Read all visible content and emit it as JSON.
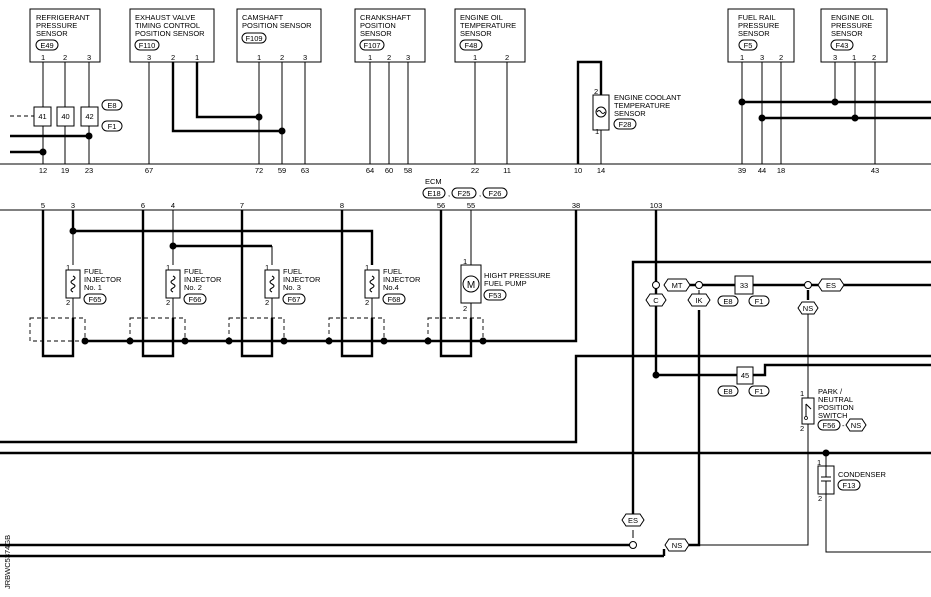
{
  "diagram_id": "JRBWC5374GB",
  "sensors": [
    {
      "name": "REFRIGERANT PRESSURE SENSOR",
      "lines": [
        "REFRIGERANT",
        "PRESSURE",
        "SENSOR"
      ],
      "connector": "E49",
      "pins": [
        "1",
        "2",
        "3"
      ]
    },
    {
      "name": "EXHAUST VALVE TIMING CONTROL POSITION SENSOR",
      "lines": [
        "EXHAUST VALVE",
        "TIMING CONTROL",
        "POSITION SENSOR"
      ],
      "connector": "F110",
      "pins": [
        "3",
        "2",
        "1"
      ]
    },
    {
      "name": "CAMSHAFT POSITION SENSOR",
      "lines": [
        "CAMSHAFT",
        "POSITION SENSOR"
      ],
      "connector": "F109",
      "pins": [
        "1",
        "2",
        "3"
      ]
    },
    {
      "name": "CRANKSHAFT POSITION SENSOR",
      "lines": [
        "CRANKSHAFT",
        "POSITION",
        "SENSOR"
      ],
      "connector": "F107",
      "pins": [
        "1",
        "2",
        "3"
      ]
    },
    {
      "name": "ENGINE OIL TEMPERATURE SENSOR",
      "lines": [
        "ENGINE OIL",
        "TEMPERATURE",
        "SENSOR"
      ],
      "connector": "F48",
      "pins": [
        "1",
        "2"
      ]
    },
    {
      "name": "FUEL RAIL PRESSURE SENSOR",
      "lines": [
        "FUEL RAIL",
        "PRESSURE",
        "SENSOR"
      ],
      "connector": "F5",
      "pins": [
        "1",
        "3",
        "2"
      ]
    },
    {
      "name": "ENGINE OIL PRESSURE SENSOR",
      "lines": [
        "ENGINE OIL",
        "PRESSURE",
        "SENSOR"
      ],
      "connector": "F43",
      "pins": [
        "3",
        "1",
        "2"
      ]
    }
  ],
  "coolant_sensor": {
    "lines": [
      "ENGINE COOLANT",
      "TEMPERATURE",
      "SENSOR"
    ],
    "connector": "F28",
    "pins": [
      "2",
      "1"
    ]
  },
  "junction": {
    "pins": [
      "41",
      "40",
      "42"
    ],
    "connectors": [
      "E8",
      "F1"
    ]
  },
  "ecm": {
    "label": "ECM",
    "connectors": [
      "E18",
      "F25",
      "F26"
    ],
    "top_pins": [
      "12",
      "19",
      "23",
      "67",
      "72",
      "59",
      "63",
      "64",
      "60",
      "58",
      "22",
      "11",
      "10",
      "14",
      "39",
      "44",
      "18",
      "43"
    ],
    "bottom_pins": [
      "5",
      "3",
      "6",
      "4",
      "7",
      "8",
      "56",
      "55",
      "38",
      "103"
    ]
  },
  "injectors": [
    {
      "lines": [
        "FUEL",
        "INJECTOR",
        "No. 1"
      ],
      "connector": "F65"
    },
    {
      "lines": [
        "FUEL",
        "INJECTOR",
        "No. 2"
      ],
      "connector": "F66"
    },
    {
      "lines": [
        "FUEL",
        "INJECTOR",
        "No. 3"
      ],
      "connector": "F67"
    },
    {
      "lines": [
        "FUEL",
        "INJECTOR",
        "No.4"
      ],
      "connector": "F68"
    }
  ],
  "injector_pins": [
    "1",
    "2"
  ],
  "fuel_pump": {
    "lines": [
      "HIGHT PRESSURE",
      "FUEL PUMP"
    ],
    "connector": "F53",
    "symbol": "M",
    "pins": [
      "1",
      "2"
    ]
  },
  "park_neutral_switch": {
    "lines": [
      "PARK /",
      "NEUTRAL",
      "POSITION",
      "SWITCH"
    ],
    "connector": "F56",
    "tag": "NS",
    "pins": [
      "1",
      "2"
    ]
  },
  "condenser": {
    "label": "CONDENSER",
    "connector": "F13",
    "pins": [
      "1",
      "2"
    ]
  },
  "tags": {
    "mt": "MT",
    "c": "C",
    "ik": "IK",
    "es": "ES",
    "ns": "NS"
  },
  "joint_33": {
    "pin": "33",
    "connectors": [
      "E8",
      "F1"
    ]
  },
  "joint_45": {
    "pin": "45",
    "connectors": [
      "E8",
      "F1"
    ]
  }
}
